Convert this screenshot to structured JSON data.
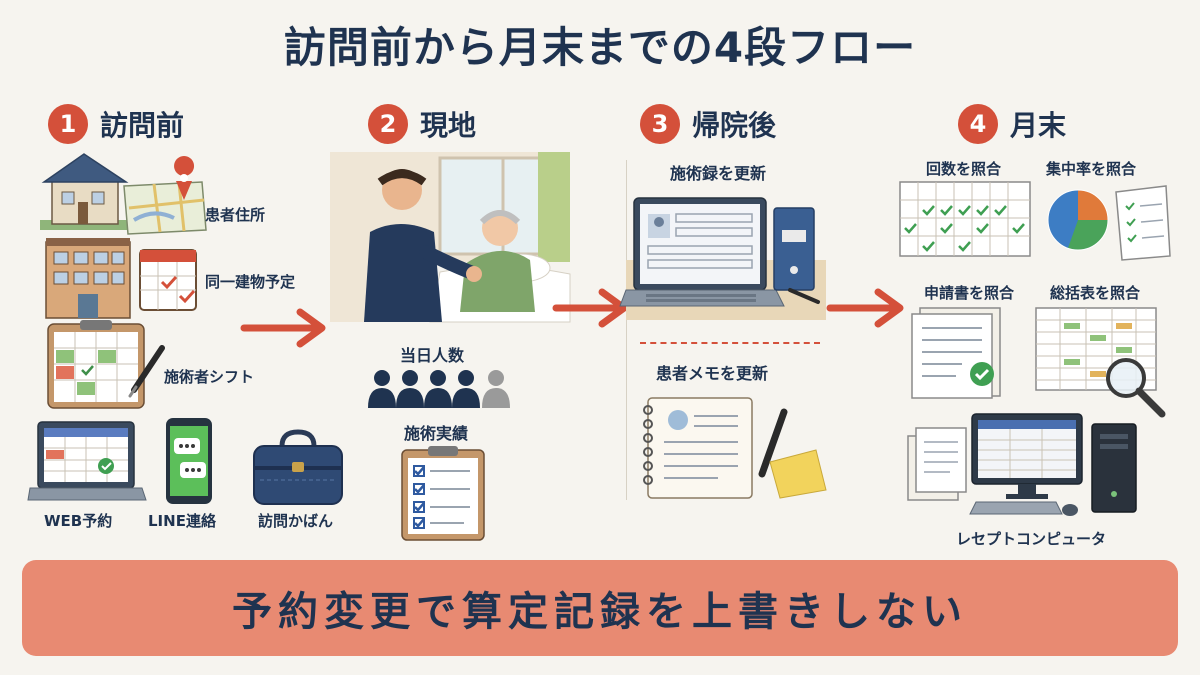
{
  "title": "訪問前から月末までの4段フロー",
  "steps": [
    {
      "num": "1",
      "label": "訪問前",
      "items": {
        "address": "患者住所",
        "building": "同一建物予定",
        "shift": "施術者シフト",
        "web": "WEB予約",
        "line": "LINE連絡",
        "bag": "訪問かばん"
      }
    },
    {
      "num": "2",
      "label": "現地",
      "items": {
        "count": "当日人数",
        "record": "施術実績"
      }
    },
    {
      "num": "3",
      "label": "帰院後",
      "items": {
        "treatment_log": "施術録を更新",
        "patient_memo": "患者メモを更新"
      }
    },
    {
      "num": "4",
      "label": "月末",
      "items": {
        "visits": "回数を照合",
        "concentration": "集中率を照合",
        "application": "申請書を照合",
        "summary": "総括表を照合",
        "receipt": "レセプトコンピュータ"
      }
    }
  ],
  "banner": "予約変更で算定記録を上書きしない",
  "colors": {
    "accent": "#d4503a",
    "navy": "#1f3350",
    "banner": "#e88a72",
    "background": "#f6f4ef"
  }
}
